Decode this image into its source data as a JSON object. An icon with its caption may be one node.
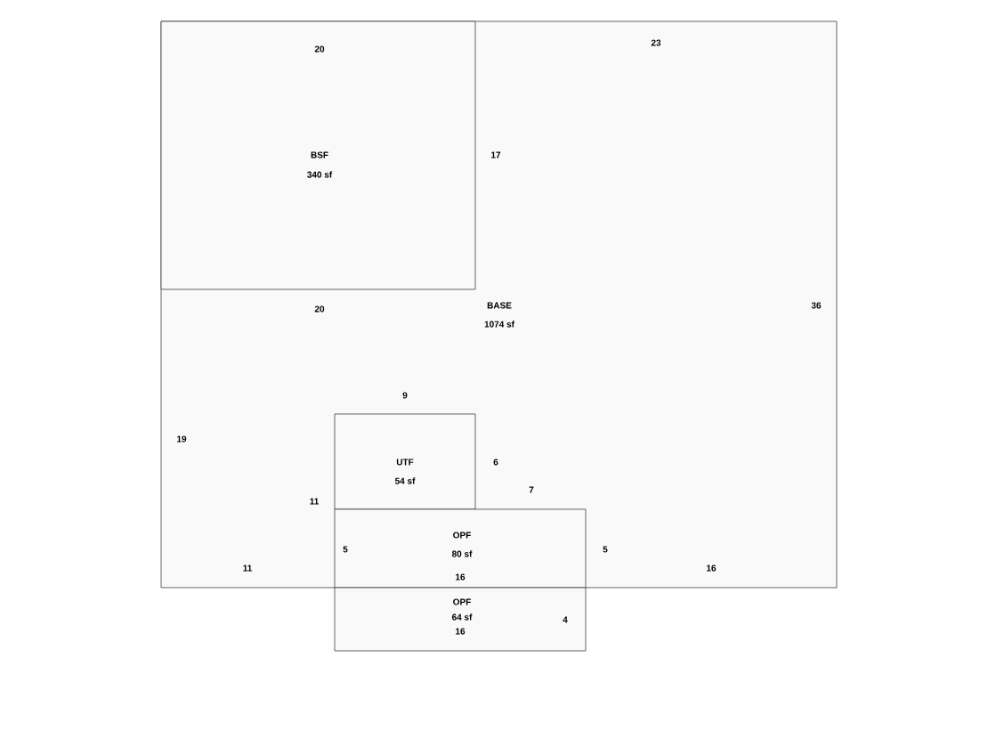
{
  "diagram": {
    "nodes": [
      {
        "text": [
          "BASE",
          "1074 sf"
        ]
      },
      {
        "text": [
          "BSF",
          "340 sf"
        ],
        "in": 0
      },
      {
        "text": [
          "UTF",
          "54 sf"
        ],
        "in": 0
      },
      {
        "text": [
          "OPF",
          "80 sf"
        ],
        "in": 0
      },
      {
        "text": [
          "OPF",
          "64 sf"
        ]
      }
    ],
    "labels": [
      "20",
      "23",
      "17",
      "20",
      "36",
      "9",
      "19",
      "6",
      "7",
      "11",
      "5",
      "5",
      "11",
      "16",
      "16",
      "4",
      "16"
    ]
  }
}
